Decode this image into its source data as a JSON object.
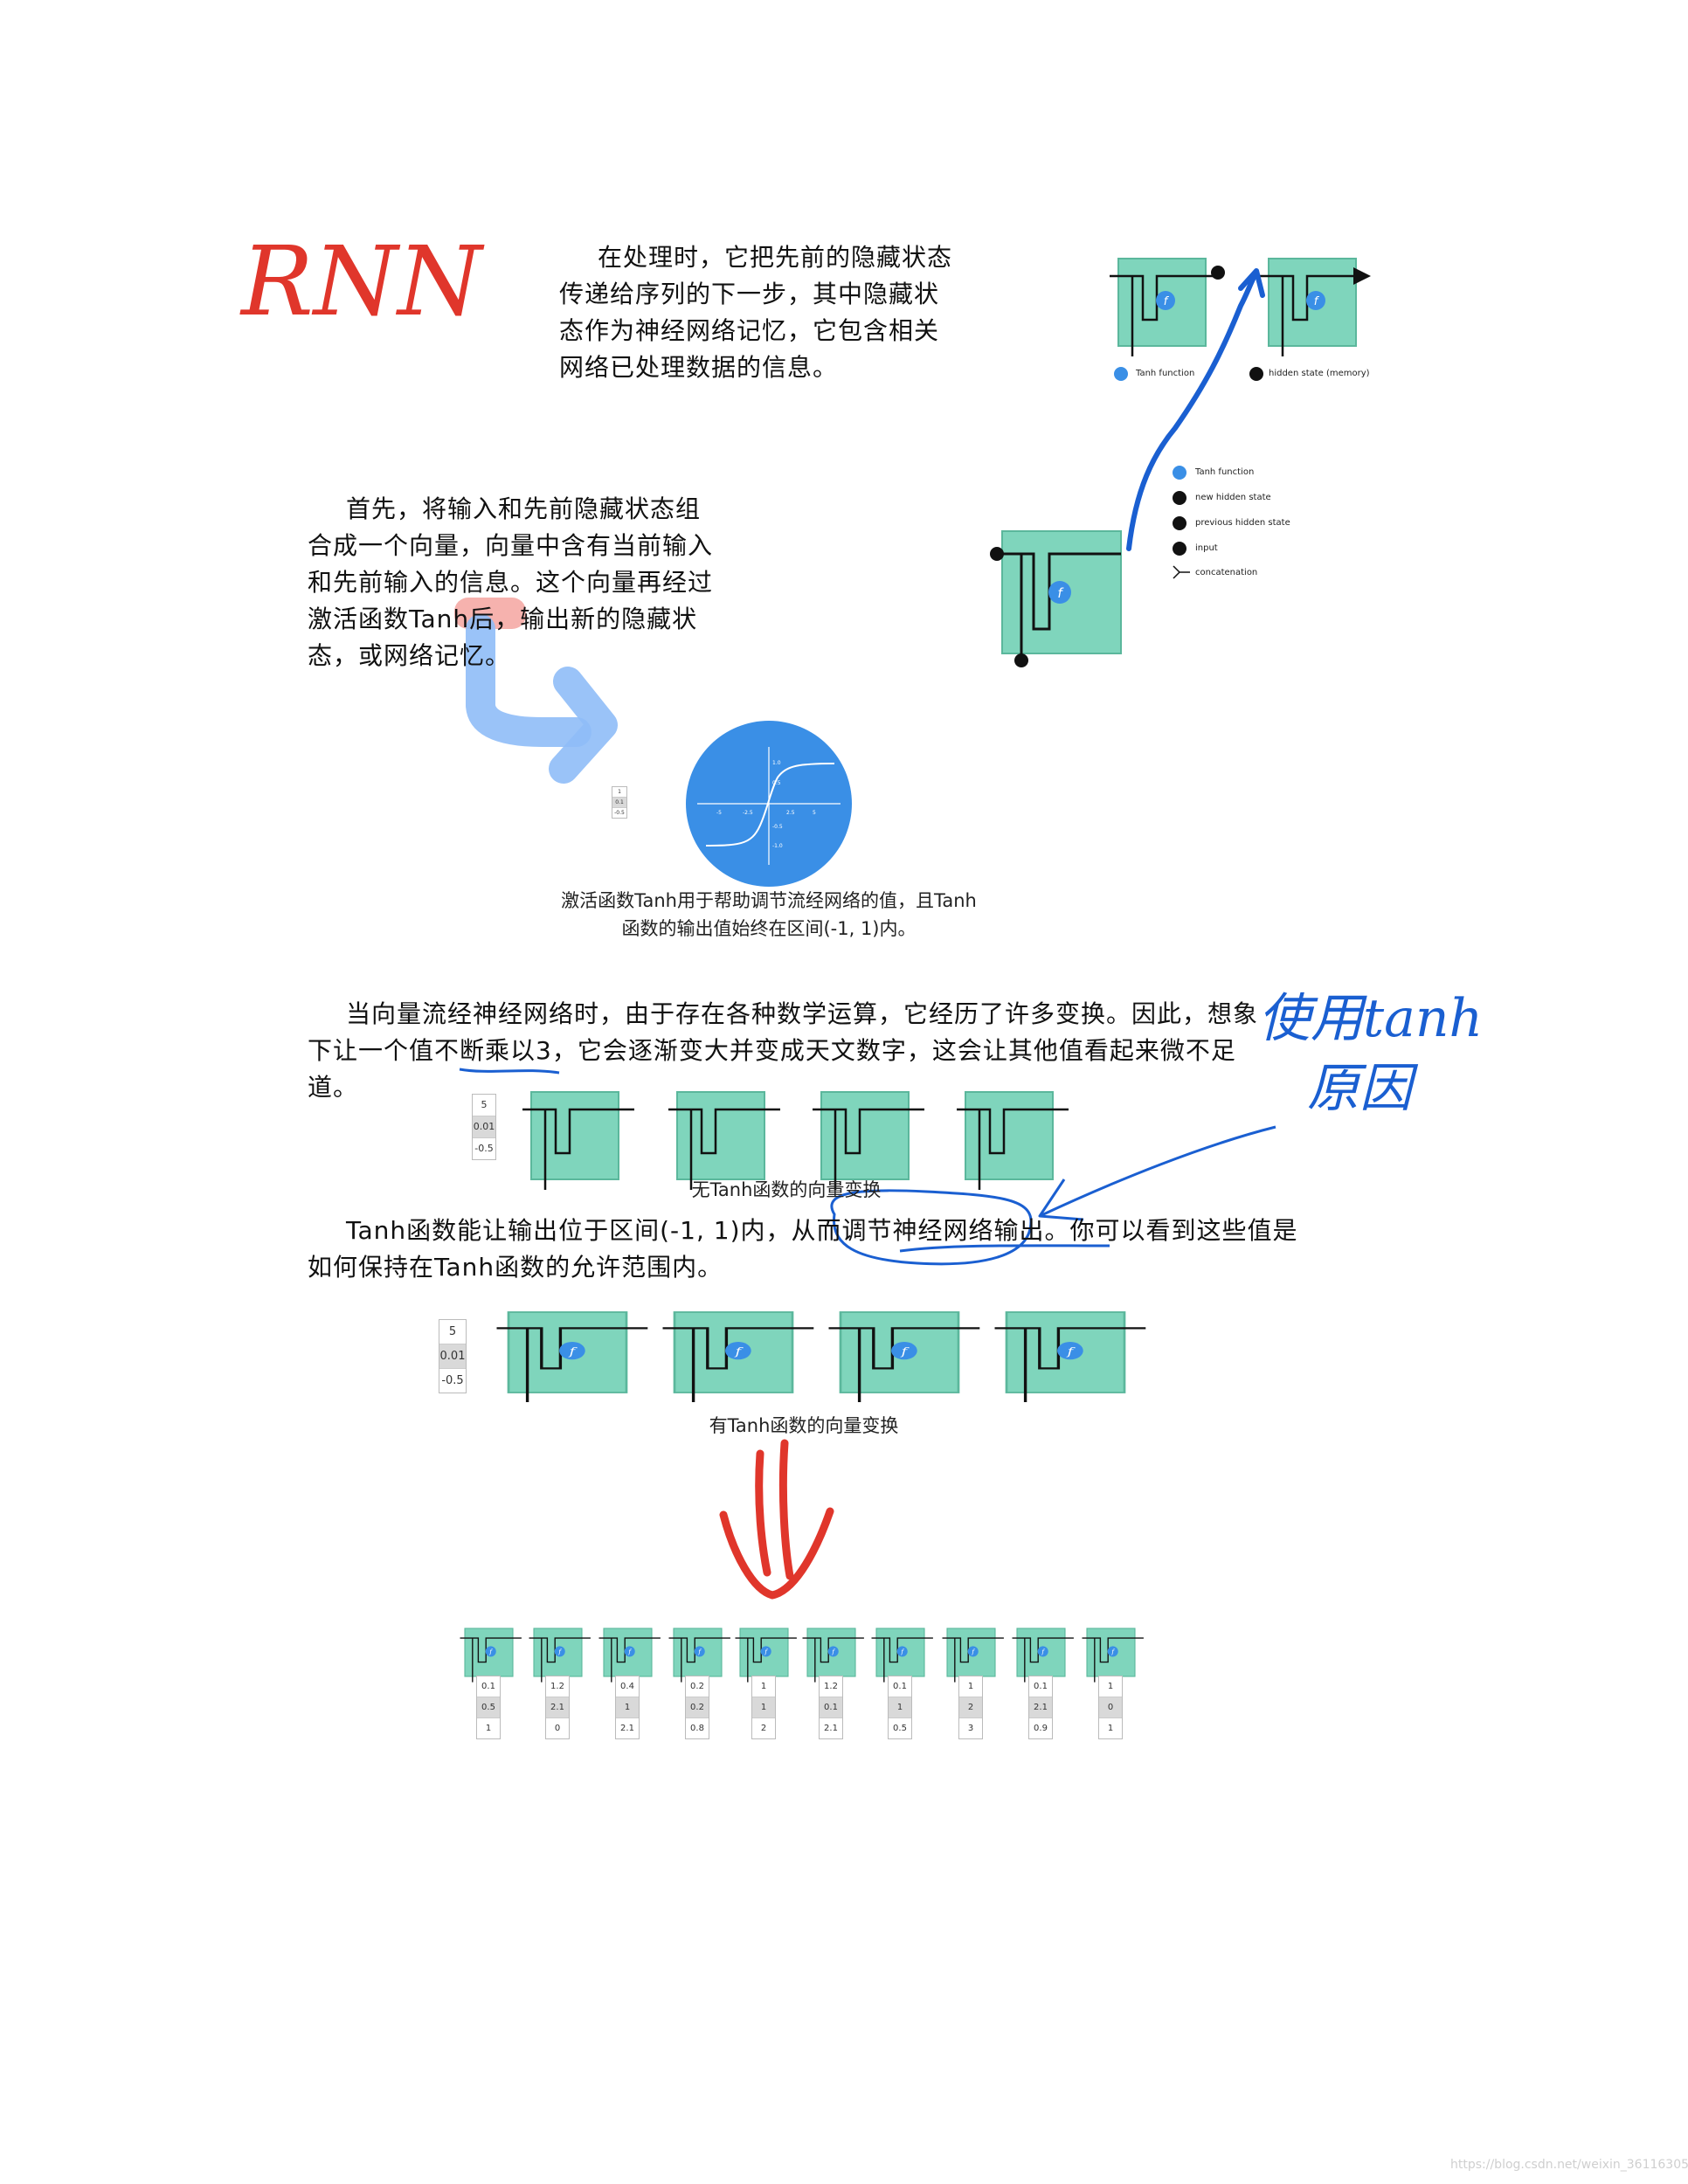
{
  "title_handwritten": "RNN",
  "paragraphs": {
    "p1": "在处理时，它把先前的隐藏状态传递给序列的下一步，其中隐藏状态作为神经网络记忆，它包含相关网络已处理数据的信息。",
    "p2": "首先，将输入和先前隐藏状态组合成一个向量，向量中含有当前输入和先前输入的信息。这个向量再经过激活函数Tanh后，输出新的隐藏状态，或网络记忆。",
    "p3": "当向量流经神经网络时，由于存在各种数学运算，它经历了许多变换。因此，想象下让一个值不断乘以3，它会逐渐变大并变成天文数字，这会让其他值看起来微不足道。",
    "p4": "Tanh函数能让输出位于区间(-1, 1)内，从而调节神经网络输出。你可以看到这些值是如何保持在Tanh函数的允许范围内。"
  },
  "captions": {
    "tanh_caption_1": "激活函数Tanh用于帮助调节流经网络的值，且Tanh",
    "tanh_caption_2": "函数的输出值始终在区间(-1, 1)内。",
    "no_tanh": "无Tanh函数的向量变换",
    "with_tanh": "有Tanh函数的向量变换"
  },
  "annotations": {
    "note_line1": "使用tanh",
    "note_line2": "原因"
  },
  "legend_top": {
    "tanh": "Tanh function",
    "hidden": "hidden state (memory)"
  },
  "legend_mid": {
    "tanh": "Tanh function",
    "new_hidden": "new hidden state",
    "prev_hidden": "previous hidden state",
    "input": "input",
    "concat": "concatenation"
  },
  "tanh_plot": {
    "x_ticks": [
      "-5",
      "-2.5",
      "2.5",
      "5"
    ],
    "y_ticks": [
      "1.0",
      "0.5",
      "-0.5",
      "-1.0"
    ]
  },
  "vectors": {
    "small": [
      "1",
      "0.1",
      "-0.5"
    ],
    "no_tanh_input": [
      "5",
      "0.01",
      "-0.5"
    ],
    "tanh_input": [
      "5",
      "0.01",
      "-0.5"
    ]
  },
  "sequence_outputs": [
    [
      "0.1",
      "0.5",
      "1"
    ],
    [
      "1.2",
      "2.1",
      "0"
    ],
    [
      "0.4",
      "1",
      "2.1"
    ],
    [
      "0.2",
      "0.2",
      "0.8"
    ],
    [
      "1",
      "1",
      "2"
    ],
    [
      "1.2",
      "0.1",
      "2.1"
    ],
    [
      "0.1",
      "1",
      "0.5"
    ],
    [
      "1",
      "2",
      "3"
    ],
    [
      "0.1",
      "2.1",
      "0.9"
    ],
    [
      "1",
      "0",
      "1"
    ]
  ],
  "colors": {
    "cell_green": "#7fd5bc",
    "cell_border": "#5bb79c",
    "tanh_blue": "#3a8fe6",
    "ink_blue": "#1a5fd1",
    "highlighter_blue": "#8fbdf7",
    "red_ink": "#e0362b",
    "highlight_pink": "#f5a4a0"
  },
  "watermark": "https://blog.csdn.net/weixin_36116305"
}
